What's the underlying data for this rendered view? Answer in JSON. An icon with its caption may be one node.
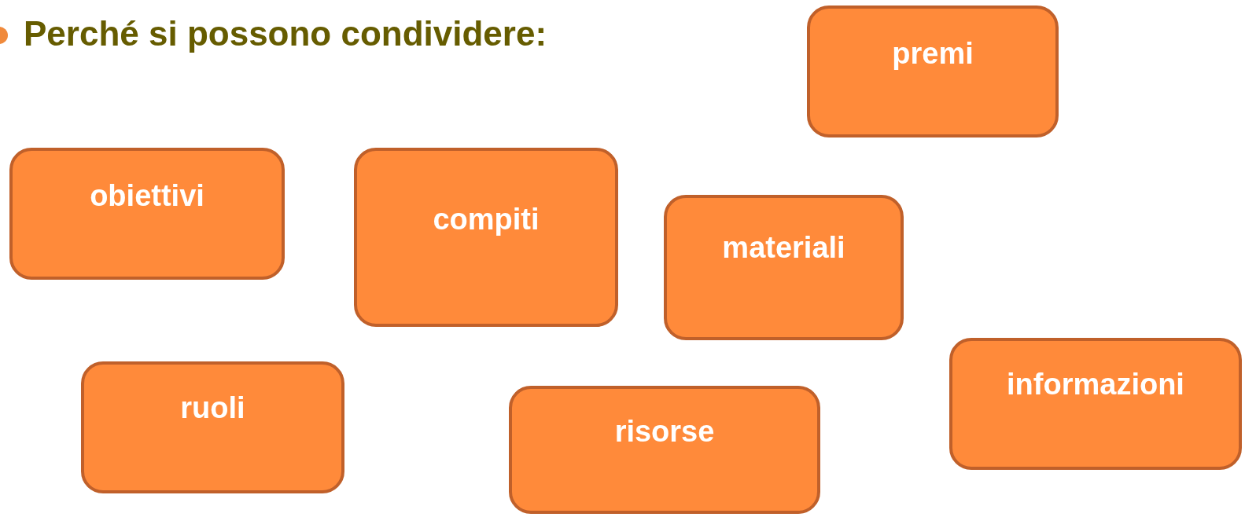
{
  "diagram": {
    "title": "Perché si possono condividere:",
    "nodes": [
      {
        "text": [
          "premi"
        ]
      },
      {
        "text": [
          "obiettivi"
        ]
      },
      {
        "text": [
          "compiti"
        ]
      },
      {
        "text": [
          "materiali"
        ]
      },
      {
        "text": [
          "informazioni"
        ]
      },
      {
        "text": [
          "ruoli"
        ]
      },
      {
        "text": [
          "risorse"
        ]
      }
    ]
  }
}
